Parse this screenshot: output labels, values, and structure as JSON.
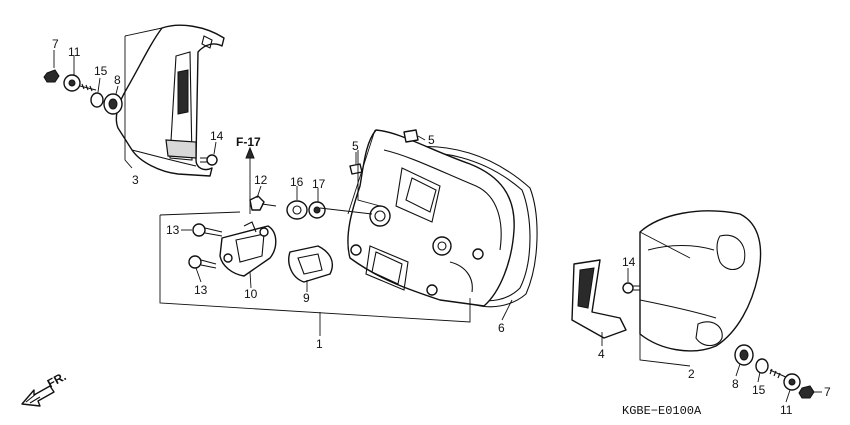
{
  "callouts": {
    "c7_left": "7",
    "c11_left": "11",
    "c15_left": "15",
    "c8_left": "8",
    "c3": "3",
    "c14_left": "14",
    "c5_top": "5",
    "c5_mid": "5",
    "c12": "12",
    "c16": "16",
    "c17": "17",
    "c13_top": "13",
    "c13_bottom": "13",
    "c10": "10",
    "c9": "9",
    "c6": "6",
    "c1": "1",
    "c14_right": "14",
    "c4": "4",
    "c2": "2",
    "c8_right": "8",
    "c15_right": "15",
    "c7_right": "7",
    "c11_right": "11"
  },
  "reference": "F-17",
  "direction": "FR.",
  "diagram_code": "KGBE−E0100A"
}
